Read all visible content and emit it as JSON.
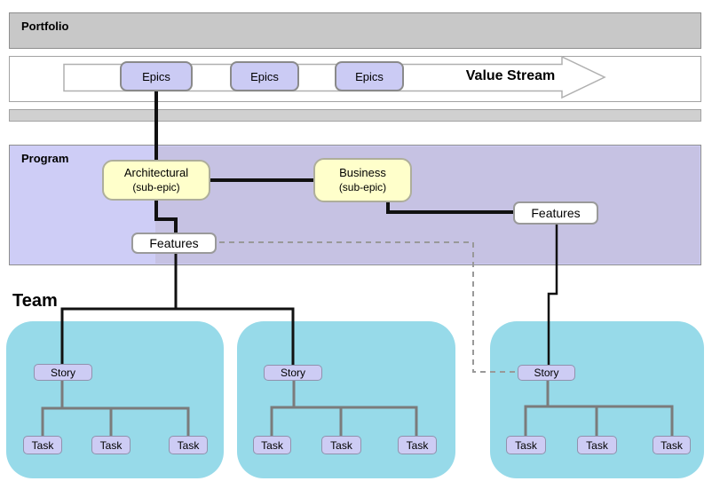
{
  "portfolio": {
    "label": "Portfolio",
    "epics": [
      "Epics",
      "Epics",
      "Epics"
    ],
    "value_stream_label": "Value Stream"
  },
  "program": {
    "label": "Program",
    "architectural_title": "Architectural",
    "architectural_subtitle": "(sub-epic)",
    "business_title": "Business",
    "business_subtitle": "(sub-epic)",
    "features_left_label": "Features",
    "features_right_label": "Features"
  },
  "team": {
    "label": "Team",
    "groups": [
      {
        "story": "Story",
        "tasks": [
          "Task",
          "Task",
          "Task"
        ]
      },
      {
        "story": "Story",
        "tasks": [
          "Task",
          "Task",
          "Task"
        ]
      },
      {
        "story": "Story",
        "tasks": [
          "Task",
          "Task",
          "Task"
        ]
      }
    ]
  },
  "colors": {
    "portfolio_band": "#c8c8c8",
    "program_band_light": "#cecdf6",
    "program_band_dark": "#c6c2e3",
    "epic_fill": "#cbcbf4",
    "subepic_fill": "#ffffcb",
    "feature_fill": "#ffffff",
    "team_fill": "#97dae9",
    "story_task_fill": "#cdccf4",
    "connector_black": "#111111",
    "connector_gray": "#7b7b7b",
    "dashed_gray": "#999999"
  }
}
